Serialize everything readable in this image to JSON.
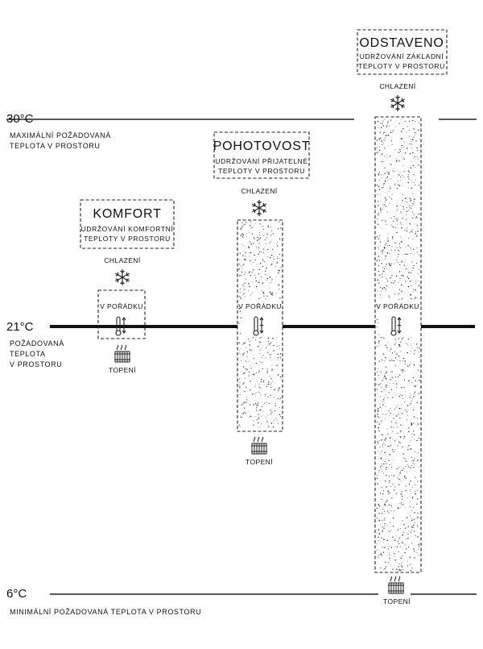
{
  "levels": {
    "max": {
      "temp": "30°C",
      "desc": [
        "MAXIMÁLNÍ POŽADOVANÁ",
        "TEPLOTA V PROSTORU"
      ]
    },
    "set": {
      "temp": "21°C",
      "desc": [
        "POŽADOVANÁ",
        "TEPLOTA",
        "V PROSTORU"
      ]
    },
    "min": {
      "temp": "6°C",
      "desc": [
        "MINIMÁLNÍ POŽADOVANÁ TEPLOTA V PROSTORU"
      ]
    }
  },
  "modes": [
    {
      "title": "KOMFORT",
      "desc": [
        "UDRŽOVÁNÍ KOMFORTNÍ",
        "TEPLOTY V PROSTORU"
      ],
      "cooling": "CHLAZENÍ",
      "state": "V POŘÁDKU",
      "heating": "TOPENÍ"
    },
    {
      "title": "POHOTOVOST",
      "desc": [
        "UDRŽOVÁNÍ PŘIJATELNÉ",
        "TEPLOTY V PROSTORU"
      ],
      "cooling": "CHLAZENÍ",
      "state": "V POŘÁDKU",
      "heating": "TOPENÍ"
    },
    {
      "title": "ODSTAVENO",
      "desc": [
        "UDRŽOVÁNÍ ZÁKLADNÍ",
        "TEPLOTY V PROSTORU"
      ],
      "cooling": "CHLAZENÍ",
      "state": "V POŘÁDKU",
      "heating": "TOPENÍ"
    }
  ],
  "icons": {
    "cooling": "snowflake-icon",
    "heating": "radiator-icon",
    "thermostat": "thermometer-icon"
  }
}
